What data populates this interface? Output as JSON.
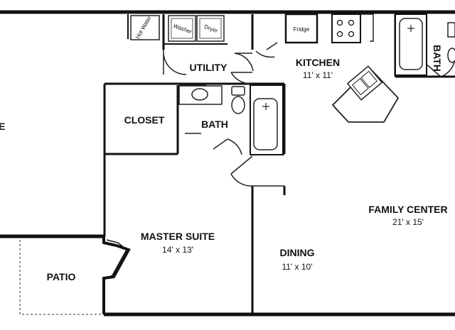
{
  "plan": {
    "rooms": {
      "kitchen": {
        "name": "KITCHEN",
        "size": "11' x 11'"
      },
      "utility": {
        "name": "UTILITY"
      },
      "closet": {
        "name": "CLOSET"
      },
      "master_bath": {
        "name": "BATH"
      },
      "master_suite": {
        "name": "MASTER SUITE",
        "size": "14' x 13'"
      },
      "dining": {
        "name": "DINING",
        "size": "11' x 10'"
      },
      "family_center": {
        "name": "FAMILY CENTER",
        "size": "21' x 15'"
      },
      "patio": {
        "name": "PATIO"
      },
      "hall_bath": {
        "name": "BATH"
      },
      "left_room_fragment": {
        "name": "E"
      }
    },
    "fixtures": {
      "hot_water": "Hot Water",
      "washer": "Washer",
      "dryer": "Dryer",
      "fridge": "Fridge"
    },
    "colors": {
      "wall": "#111111",
      "background": "#ffffff"
    }
  }
}
